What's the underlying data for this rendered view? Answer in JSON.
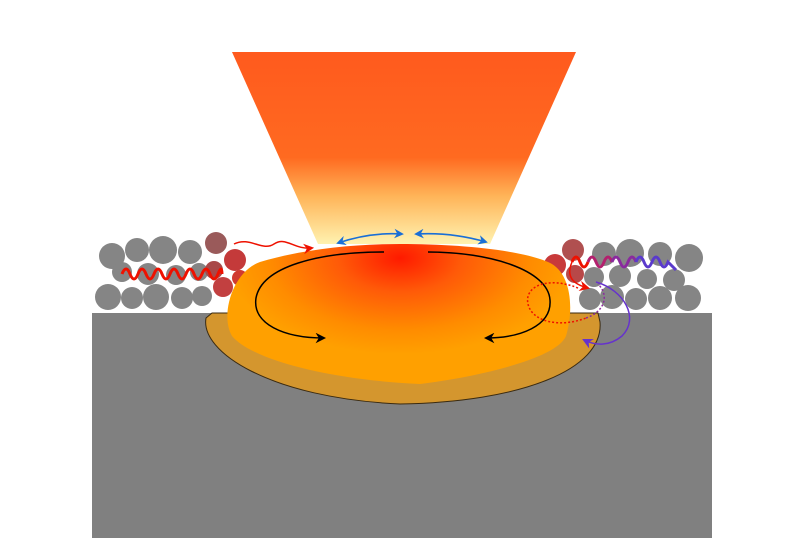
{
  "diagram": {
    "kind": "laser powder bed fusion melt pool schematic",
    "colors": {
      "background": "#ffffff",
      "substrate": "#808080",
      "powder": "#858585",
      "beam_top": "#ff5a1e",
      "beam_bottom": "#fff2b0",
      "melt_pool": "#ffa000",
      "melt_hot_core": "#ff1a00",
      "mushy_zone": "#d4962e",
      "heat_wave": "#ee1100",
      "cool_wave": "#6633cc",
      "surface_flow_arrow": "#1a6fd6",
      "convection_arrow": "#000000"
    },
    "icons": [
      "laser-beam",
      "powder-particles",
      "melt-pool",
      "marangoni-arrows",
      "convection-arrows",
      "heat-conduction-wave",
      "radiation-cooling-wave"
    ]
  }
}
